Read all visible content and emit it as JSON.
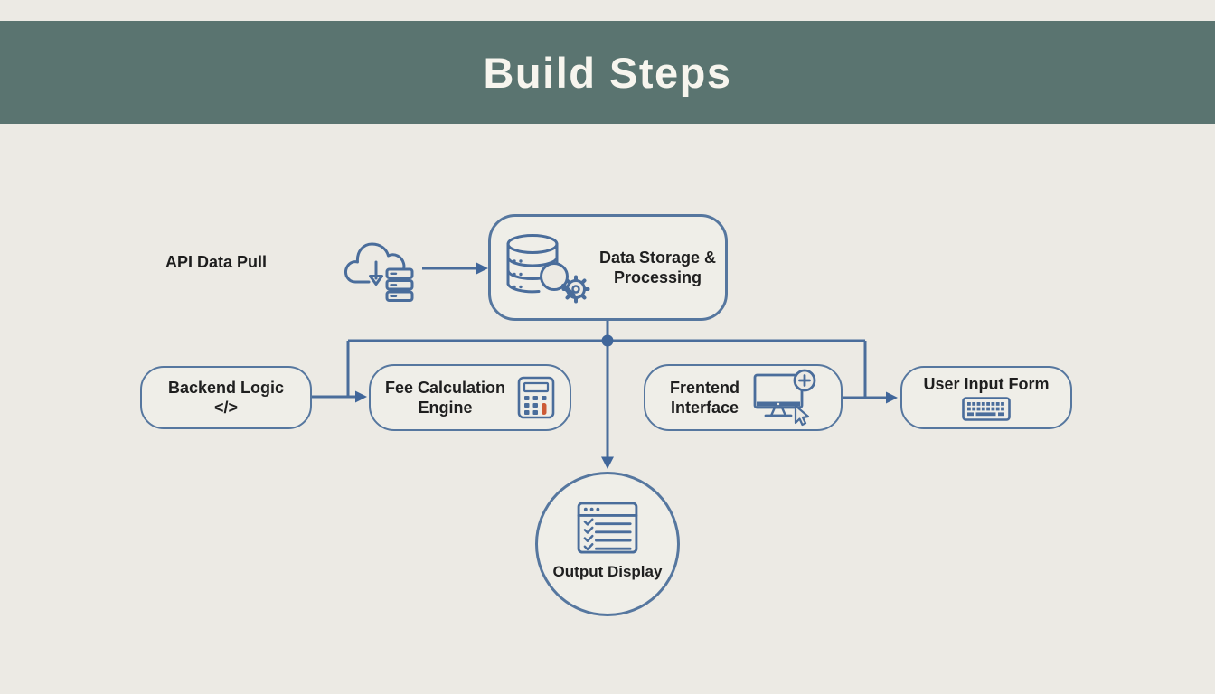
{
  "header": {
    "title": "Build Steps"
  },
  "colors": {
    "background": "#eceae4",
    "header_bg": "#5a7470",
    "header_text": "#f7f5ee",
    "line": "#4a6d9b",
    "box_border": "#56779f",
    "label_text": "#1f1f1f",
    "accent_orange": "#cc5a36"
  },
  "nodes": {
    "api_label": "API Data Pull",
    "storage_line1": "Data Storage &",
    "storage_line2": "Processing",
    "backend_line1": "Backend Logic",
    "backend_line2": "</>",
    "feecalc_line1": "Fee Calculation",
    "feecalc_line2": "Engine",
    "frontend_line1": "Frentend",
    "frontend_line2": "Interface",
    "userinput_label": "User Input Form",
    "output_label": "Output Display"
  },
  "icons": {
    "cloud": "cloud-download-servers-icon",
    "storage": "database-search-gear-icon",
    "feecalc": "calculator-icon",
    "frontend": "monitor-plus-cursor-icon",
    "userinput": "keyboard-icon",
    "output": "browser-checklist-icon"
  }
}
